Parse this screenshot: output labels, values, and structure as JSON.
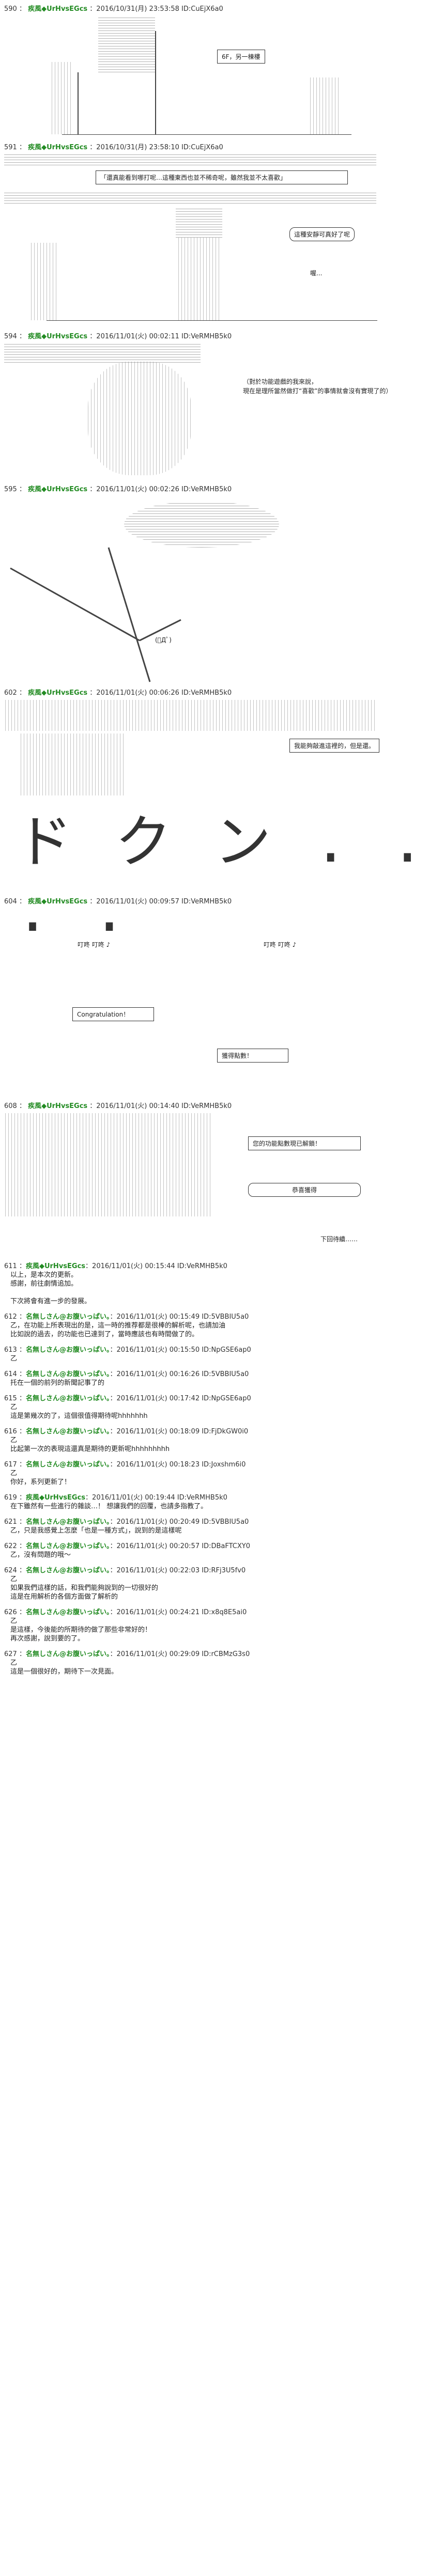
{
  "posts": [
    {
      "num": "590",
      "name": "疾風◆UrHvsEGcs",
      "trip": "",
      "date": "2016/10/31(月) 23:53:58 ID:CuEjX6a0"
    },
    {
      "num": "591",
      "name": "疾風◆UrHvsEGcs",
      "trip": "",
      "date": "2016/10/31(月) 23:58:10 ID:CuEjX6a0"
    },
    {
      "num": "594",
      "name": "疾風◆UrHvsEGcs",
      "trip": "",
      "date": "2016/11/01(火) 00:02:11 ID:VeRMHB5k0"
    },
    {
      "num": "595",
      "name": "疾風◆UrHvsEGcs",
      "trip": "",
      "date": "2016/11/01(火) 00:02:26 ID:VeRMHB5k0"
    },
    {
      "num": "602",
      "name": "疾風◆UrHvsEGcs",
      "trip": "",
      "date": "2016/11/01(火) 00:06:26 ID:VeRMHB5k0"
    },
    {
      "num": "604",
      "name": "疾風◆UrHvsEGcs",
      "trip": "",
      "date": "2016/11/01(火) 00:09:57 ID:VeRMHB5k0"
    },
    {
      "num": "608",
      "name": "疾風◆UrHvsEGcs",
      "trip": "",
      "date": "2016/11/01(火) 00:14:40 ID:VeRMHB5k0"
    }
  ],
  "bubbles": {
    "p590_floor": "6F，另一棟樓",
    "p591_dialog": "「還真能看到哪打呢…這種東西也並不稀奇呢，雖然我並不太喜歡」",
    "p591_side": "這種安靜可真好了呢",
    "p591_small": "喔...",
    "p594_thought1": "（對於功能遊戲的我來說，",
    "p594_thought2": "現在是理所當然做打“喜歡”的事情就會沒有實現了的）",
    "p595_aa": "(ﾟДﾟ)",
    "p602_dialog": "我能夠敲進這裡的，但是還。",
    "p604_congrats": "Congratulation！",
    "p604_clap": "叮咚 叮咚 ♪",
    "p604_reward": "獲得點數！",
    "p608_top": "您的功能點數現已解鎖！",
    "p608_label": "恭喜獲得",
    "p608_next": "下回待續……"
  },
  "comments": [
    {
      "num": "611",
      "name": "疾風◆UrHvsEGcs",
      "date": "2016/11/01(火) 00:15:44 ID:VeRMHB5k0",
      "body": "以上，是本次的更新。\n感謝，前往劇情追加。\n\n下次將會有進一步的發展。"
    },
    {
      "num": "612",
      "name": "名無しさん@お腹いっぱい。",
      "date": "2016/11/01(火) 00:15:49 ID:5VBBIU5a0",
      "body": "乙，在功能上所表現出的是，這一時的推荐都是很棒的解析呢，也請加油\n比如說的過去，的功能也已達到了，當時應該也有時間做了的。"
    },
    {
      "num": "613",
      "name": "名無しさん@お腹いっぱい。",
      "date": "2016/11/01(火) 00:15:50 ID:NpGSE6ap0",
      "body": "乙"
    },
    {
      "num": "614",
      "name": "名無しさん@お腹いっぱい。",
      "date": "2016/11/01(火) 00:16:26 ID:5VBBIU5a0",
      "body": "托在一個的前列的新聞記事了的"
    },
    {
      "num": "615",
      "name": "名無しさん@お腹いっぱい。",
      "date": "2016/11/01(火) 00:17:42 ID:NpGSE6ap0",
      "body": "乙\n這是第幾次的了，這個很值得期待呢hhhhhhh"
    },
    {
      "num": "616",
      "name": "名無しさん@お腹いっぱい。",
      "date": "2016/11/01(火) 00:18:09 ID:FjDkGW0i0",
      "body": "乙\n比起第一次的表現這還真是期待的更新呢hhhhhhhhh"
    },
    {
      "num": "617",
      "name": "名無しさん@お腹いっぱい。",
      "date": "2016/11/01(火) 00:18:23 ID:Joxshm6i0",
      "body": "乙\n你好，系列更新了！"
    },
    {
      "num": "619",
      "name": "疾風◆UrHvsEGcs",
      "date": "2016/11/01(火) 00:19:44 ID:VeRMHB5k0",
      "body": "在下雖然有一些進行的雜談…！ 想讓我們的回覆，也請多指教了。"
    },
    {
      "num": "621",
      "name": "名無しさん@お腹いっぱい。",
      "date": "2016/11/01(火) 00:20:49 ID:5VBBIU5a0",
      "body": "乙，只是我感覺上怎麼「也是一種方式」，說到的是這樣呢"
    },
    {
      "num": "622",
      "name": "名無しさん@お腹いっぱい。",
      "date": "2016/11/01(火) 00:20:57 ID:DBaFTCXY0",
      "body": "乙，沒有問題的哦～"
    },
    {
      "num": "624",
      "name": "名無しさん@お腹いっぱい。",
      "date": "2016/11/01(火) 00:22:03 ID:RFj3U5fv0",
      "body": "乙\n如果我們這樣的話，和我們能夠說到的一切很好的\n這是在用解析的各個方面做了解析的"
    },
    {
      "num": "626",
      "name": "名無しさん@お腹いっぱい。",
      "date": "2016/11/01(火) 00:24:21 ID:x8q8E5ai0",
      "body": "乙\n是這樣，今後能的所期待的做了那些非常好的！\n再次感謝，說到要的了。"
    },
    {
      "num": "627",
      "name": "名無しさん@お腹いっぱい。",
      "date": "2016/11/01(火) 00:29:09 ID:rCBMzG3s0",
      "body": "乙\n這是一個很好的，期待下一次見面。"
    }
  ]
}
